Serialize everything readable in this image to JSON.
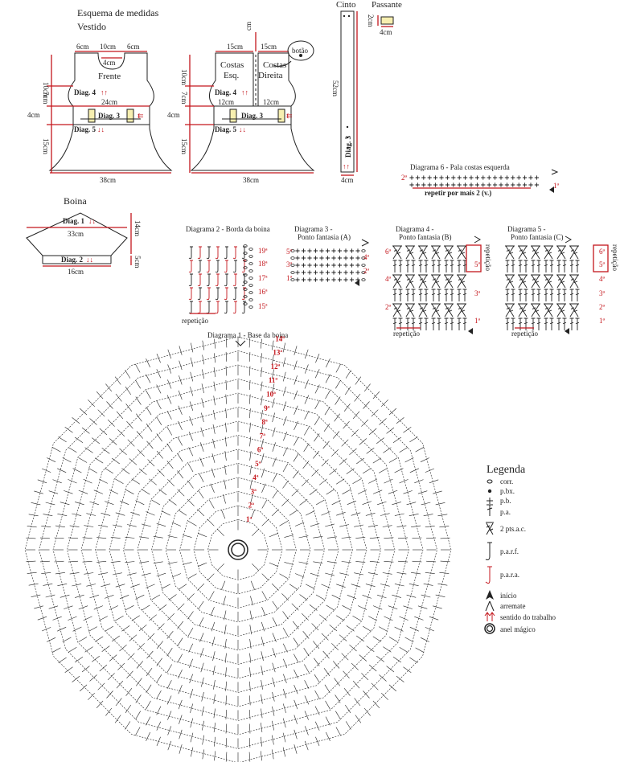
{
  "schema": {
    "title": "Esquema de medidas",
    "subtitle": "Vestido",
    "front": {
      "label": "Frente",
      "d6a": "6cm",
      "d10": "10cm",
      "d6b": "6cm",
      "d4": "4cm",
      "v10": "10cm",
      "v7": "7cm",
      "v4": "4cm",
      "v15": "15cm",
      "w24": "24cm",
      "w38": "38cm"
    },
    "back": {
      "left": "Costas",
      "left2": "Esq.",
      "right": "Costas",
      "right2": "Direita",
      "d15a": "15cm",
      "d15b": "15cm",
      "cm": "cm",
      "v10": "10cm",
      "v7": "7cm",
      "v4": "4cm",
      "v15": "15cm",
      "w12a": "12cm",
      "w12b": "12cm",
      "w38": "38cm",
      "button": "botão"
    },
    "diag4": "Diag. 4",
    "diag3": "Diag. 3",
    "diag5": "Diag. 5"
  },
  "belt": {
    "title": "Cinto",
    "len": "52cm",
    "w": "4cm",
    "diag": "Diag. 3"
  },
  "loop": {
    "title": "Passante",
    "h": "2cm",
    "w": "4cm"
  },
  "beret": {
    "title": "Boina",
    "diag1": "Diag. 1",
    "diag2": "Diag. 2",
    "w33": "33cm",
    "w16": "16cm",
    "h14": "14cm",
    "h5": "5cm"
  },
  "diagrams": {
    "d6": {
      "title": "Diagrama 6 - Pala costas esquerda",
      "note": "repetir por mais 2 (v.)",
      "r1": "1ª",
      "r2": "2ª"
    },
    "d2": {
      "title": "Diagrama 2 - Borda da boina",
      "rows": [
        "19ª",
        "18ª",
        "17ª",
        "16ª",
        "15ª"
      ],
      "rep": "repetição"
    },
    "d3": {
      "title": "Diagrama 3 -",
      "title2": "Ponto fantasia (A)",
      "rows": [
        "5ª",
        "4ª",
        "3ª",
        "2ª",
        "1ª"
      ]
    },
    "d4": {
      "title": "Diagrama 4 -",
      "title2": "Ponto fantasia (B)",
      "rows": [
        "6ª",
        "5ª",
        "4ª",
        "3ª",
        "2ª",
        "1ª"
      ],
      "rep": "repetição",
      "rep2": "repetição"
    },
    "d5": {
      "title": "Diagrama 5 -",
      "title2": "Ponto fantasia (C)",
      "rows": [
        "6ª",
        "5ª",
        "4ª",
        "3ª",
        "2ª",
        "1ª"
      ],
      "rep": "repetição",
      "rep2": "repetição"
    },
    "d1": {
      "title": "Diagrama 1 - Base da boina",
      "rows": [
        "14ª",
        "13ª",
        "12ª",
        "11ª",
        "10ª",
        "9ª",
        "8ª",
        "7ª",
        "6ª",
        "5ª",
        "4ª",
        "3ª",
        "2ª",
        "1ª"
      ]
    }
  },
  "legend": {
    "title": "Legenda",
    "items": [
      {
        "icon": "chain-icon",
        "label": "corr."
      },
      {
        "icon": "slip-stitch-icon",
        "label": "p.bx."
      },
      {
        "icon": "single-crochet-icon",
        "label": "p.b."
      },
      {
        "icon": "double-crochet-icon",
        "label": "p.a."
      },
      {
        "icon": "two-dc-together-icon",
        "label": "2 pts.a.c."
      },
      {
        "icon": "front-post-icon",
        "label": "p.a.r.f."
      },
      {
        "icon": "back-post-icon",
        "label": "p.a.r.a."
      },
      {
        "icon": "start-icon",
        "label": "início"
      },
      {
        "icon": "finish-icon",
        "label": "arremate"
      },
      {
        "icon": "direction-icon",
        "label": "sentido do trabalho"
      },
      {
        "icon": "magic-ring-icon",
        "label": "anel mágico"
      }
    ]
  },
  "colors": {
    "red": "#c4161c",
    "ink": "#222222",
    "yellow": "#f7efb0"
  }
}
